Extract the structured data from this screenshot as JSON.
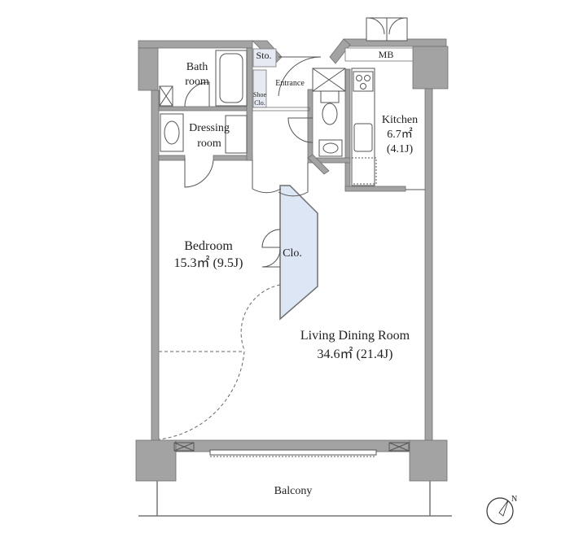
{
  "rooms": {
    "bath": {
      "line1": "Bath",
      "line2": "room"
    },
    "storage": {
      "label": "Sto."
    },
    "entrance": {
      "label": "Entrance"
    },
    "shoe_closet": {
      "line1": "Shoe",
      "line2": "Clo."
    },
    "meter_box": {
      "label": "MB"
    },
    "dressing": {
      "line1": "Dressing",
      "line2": "room"
    },
    "kitchen": {
      "name": "Kitchen",
      "area_m2": "6.7㎡",
      "area_j": "(4.1J)"
    },
    "bedroom": {
      "name": "Bedroom",
      "area": "15.3㎡ (9.5J)"
    },
    "closet": {
      "label": "Clo."
    },
    "living": {
      "name": "Living Dining Room",
      "area": "34.6㎡ (21.4J)"
    },
    "balcony": {
      "label": "Balcony"
    }
  },
  "compass": {
    "north_label": "N"
  },
  "colors": {
    "wall": "#a3a3a3",
    "wall_dark": "#8d8d8d",
    "line": "#444444",
    "closet_fill": "#dde6f4",
    "tile_fill": "#e6ebf3"
  }
}
